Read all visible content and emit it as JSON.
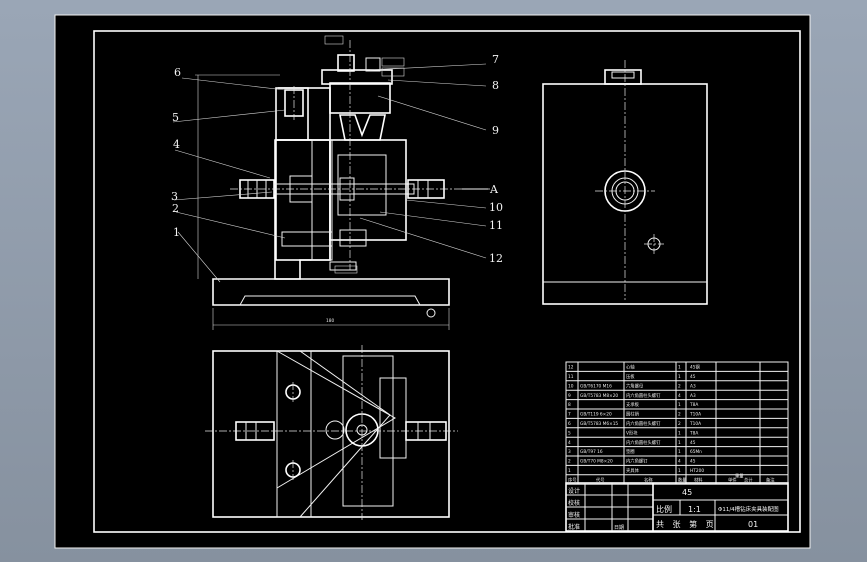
{
  "colors": {
    "bg": "#000000",
    "line": "#f2f2f2",
    "frame_bg": "#8d98a7"
  },
  "front_view": {
    "balloons": [
      "1",
      "2",
      "3",
      "4",
      "5",
      "6",
      "7",
      "8",
      "9",
      "10",
      "11",
      "12"
    ],
    "section_label": "A",
    "dim_width": "180"
  },
  "bom": {
    "rows": [
      {
        "no": "12",
        "code": "",
        "name": "心轴",
        "qty": "1",
        "mat": "45钢"
      },
      {
        "no": "11",
        "code": "",
        "name": "压板",
        "qty": "1",
        "mat": "45"
      },
      {
        "no": "10",
        "code": "GB/T6170 M16",
        "name": "六角螺母",
        "qty": "2",
        "mat": "A3"
      },
      {
        "no": "9",
        "code": "GB/T5783 M8×20",
        "name": "内六角圆柱头螺钉",
        "qty": "4",
        "mat": "A3"
      },
      {
        "no": "8",
        "code": "",
        "name": "支承板",
        "qty": "1",
        "mat": "T8A"
      },
      {
        "no": "7",
        "code": "GB/T119 6×20",
        "name": "圆柱销",
        "qty": "2",
        "mat": "T10A"
      },
      {
        "no": "6",
        "code": "GB/T5783 M6×15",
        "name": "内六角圆柱头螺钉",
        "qty": "2",
        "mat": "T10A"
      },
      {
        "no": "5",
        "code": "",
        "name": "V形块",
        "qty": "1",
        "mat": "T8A"
      },
      {
        "no": "4",
        "code": "",
        "name": "内六角圆柱头螺钉",
        "qty": "1",
        "mat": "45"
      },
      {
        "no": "3",
        "code": "GB/T97 16",
        "name": "垫圈",
        "qty": "1",
        "mat": "65Mn"
      },
      {
        "no": "2",
        "code": "GB/T70 M8×20",
        "name": "内六角螺钉",
        "qty": "4",
        "mat": "45"
      },
      {
        "no": "1",
        "code": "",
        "name": "夹具体",
        "qty": "1",
        "mat": "HT200"
      }
    ],
    "header": {
      "no": "序号",
      "code": "代号",
      "name": "名称",
      "qty": "数量",
      "mat": "材料",
      "mass_single": "单件",
      "mass_total": "总计",
      "mass": "重量",
      "remark": "备注"
    }
  },
  "title_block": {
    "design": "设计",
    "check": "校核",
    "review": "审核",
    "approve": "批准",
    "material": "45",
    "scale_label": "比例",
    "scale": "1:1",
    "title": "Φ11/4槽钻床夹具装配图",
    "sheets": "共 张 第 页",
    "drawing_no": "01",
    "date": "日期"
  }
}
